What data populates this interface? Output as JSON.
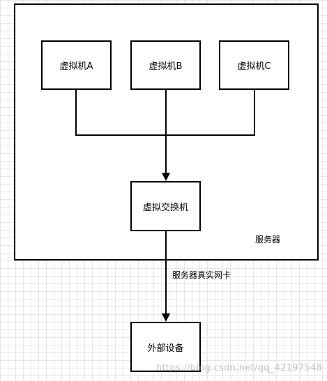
{
  "diagram": {
    "server_label": "服务器",
    "nic_label": "服务器真实网卡",
    "nodes": {
      "vm_a": "虚拟机A",
      "vm_b": "虚拟机B",
      "vm_c": "虚拟机C",
      "switch": "虚拟交换机",
      "external": "外部设备"
    },
    "watermark": "https://blog.csdn.net/qq_42197548"
  }
}
